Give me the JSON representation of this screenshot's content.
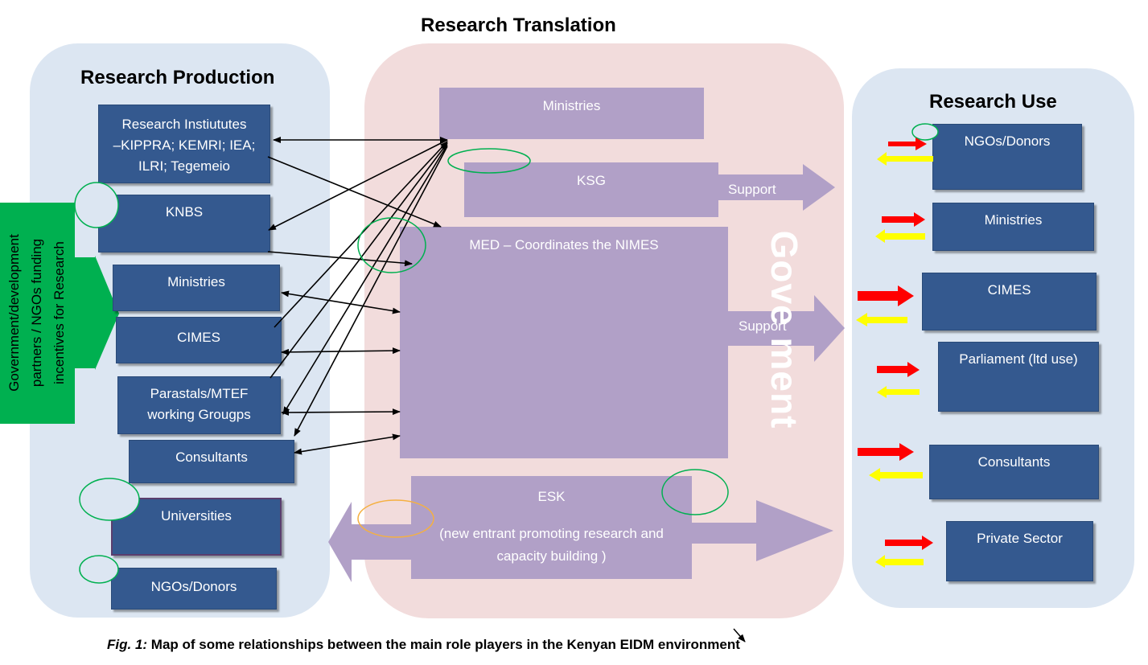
{
  "titles": {
    "translation": "Research Translation",
    "production": "Research Production",
    "use": "Research Use"
  },
  "production_boxes": {
    "institutes_line1": "Research Instiututes",
    "institutes_line2": "–KIPPRA; KEMRI; IEA;",
    "institutes_line3": "ILRI; Tegemeio",
    "knbs": "KNBS",
    "ministries": "Ministries",
    "cimes": "CIMES",
    "parastatals_line1": "Parastals/MTEF",
    "parastatals_line2": "working Grougps",
    "consultants": "Consultants",
    "universities": "Universities",
    "ngos": "NGOs/Donors"
  },
  "funding_label": "Government/development partners / NGOs funding incentives for Research",
  "translation_boxes": {
    "ministries": "Ministries",
    "ksg": "KSG",
    "med": "MED – Coordinates the NIMES",
    "esk": "ESK",
    "esk_desc_line1": "(new entrant promoting research  and",
    "esk_desc_line2": "capacity building )",
    "support_1": "Support",
    "support_2": "Support",
    "government": "Gove     ment"
  },
  "use_boxes": {
    "ngos": "NGOs/Donors",
    "ministries": "Ministries",
    "cimes": "CIMES",
    "parliament": "Parliament  (ltd use)",
    "consultants": "Consultants",
    "private": "Private Sector"
  },
  "caption": {
    "label": "Fig. 1:",
    "text": " Map of some relationships between the main role players in the Kenyan  EIDM environment"
  },
  "colors": {
    "box_blue": "#34598f",
    "lavender": "#b1a0c7",
    "panel_blue": "#dce6f2",
    "panel_pink": "#f2dcdc",
    "funding_green": "#00b050",
    "arrow_red": "#ff0000",
    "arrow_yellow": "#ffff00"
  }
}
